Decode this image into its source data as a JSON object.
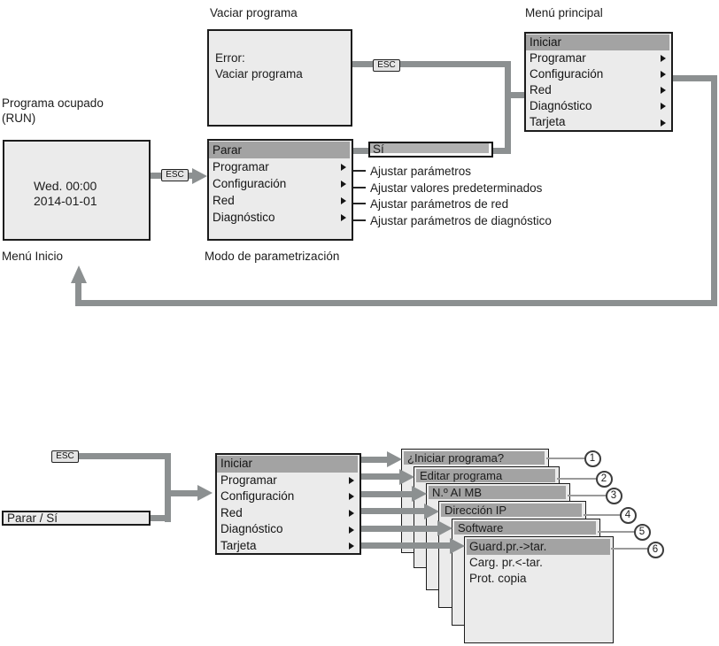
{
  "top": {
    "label_vaciar": "Vaciar programa",
    "label_menu_principal": "Menú principal",
    "label_programa_ocupado": "Programa ocupado",
    "label_run": "(RUN)",
    "label_menu_inicio": "Menú Inicio",
    "label_modo": "Modo de parametrización",
    "esc": "ESC",
    "error_box": {
      "line1": "Error:",
      "line2": "Vaciar programa"
    },
    "clock_box": {
      "line1": "Wed. 00:00",
      "line2": "2014-01-01"
    },
    "si": "Sí",
    "main_menu": {
      "items": [
        {
          "label": "Iniciar"
        },
        {
          "label": "Programar"
        },
        {
          "label": "Configuración"
        },
        {
          "label": "Red"
        },
        {
          "label": "Diagnóstico"
        },
        {
          "label": "Tarjeta"
        }
      ]
    },
    "param_menu": {
      "items": [
        {
          "label": "Parar"
        },
        {
          "label": "Programar"
        },
        {
          "label": "Configuración"
        },
        {
          "label": "Red"
        },
        {
          "label": "Diagnóstico"
        }
      ]
    },
    "adjust": [
      "Ajustar parámetros",
      "Ajustar valores predeterminados",
      "Ajustar parámetros de red",
      "Ajustar parámetros de diagnóstico"
    ]
  },
  "bottom": {
    "esc": "ESC",
    "parar_si": "Parar / Sí",
    "menu": {
      "items": [
        {
          "label": "Iniciar"
        },
        {
          "label": "Programar"
        },
        {
          "label": "Configuración"
        },
        {
          "label": "Red"
        },
        {
          "label": "Diagnóstico"
        },
        {
          "label": "Tarjeta"
        }
      ]
    },
    "cascade": [
      {
        "number": "1",
        "title": "¿Iniciar programa?"
      },
      {
        "number": "2",
        "title": "Editar programa"
      },
      {
        "number": "3",
        "title": "N.º AI MB"
      },
      {
        "number": "4",
        "title": "Dirección IP"
      },
      {
        "number": "5",
        "title": "Software"
      },
      {
        "number": "6",
        "title": "Guard.pr.->tar.",
        "item2": "Carg. pr.<-tar.",
        "item3": "Prot. copia"
      }
    ]
  },
  "colors": {
    "highlight": "#a3a3a3",
    "box_fill": "#ebebeb",
    "connector": "#8c9091",
    "border": "#1c1c1c"
  }
}
